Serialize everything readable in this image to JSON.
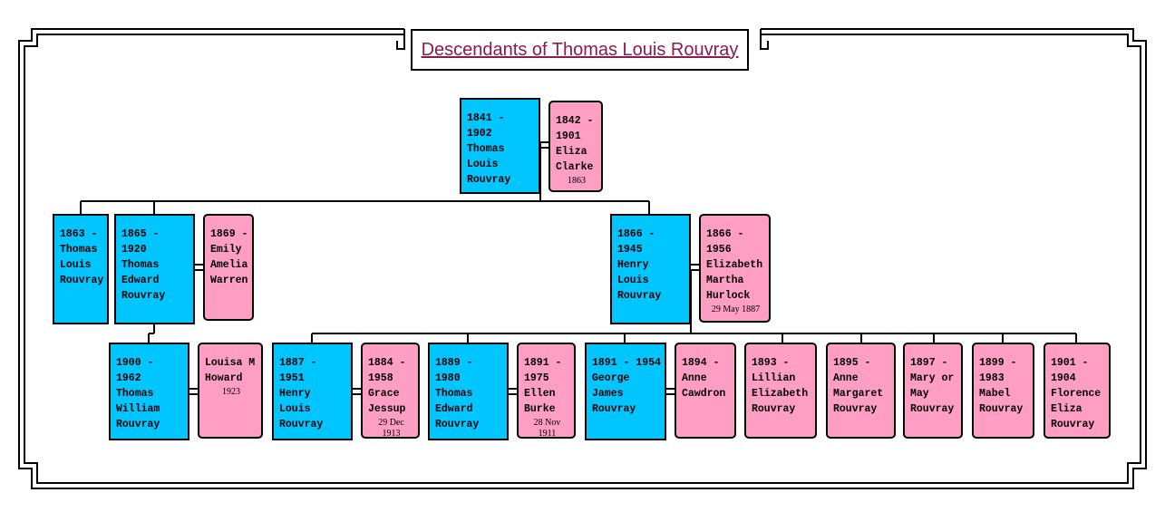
{
  "title": "Descendants of Thomas Louis Rouvray",
  "colors": {
    "male": "#00c5ff",
    "female": "#ff9ec3",
    "title": "#8b1a4f"
  },
  "people": [
    {
      "id": "p1",
      "sex": "m",
      "dates": "1841 - 1902",
      "name": "Thomas\nLouis\nRouvray"
    },
    {
      "id": "p2",
      "sex": "f",
      "dates": "1842 -\n1901",
      "name": "Eliza\nClarke",
      "marriage": "1863"
    },
    {
      "id": "p3",
      "sex": "m",
      "dates": "1863 -",
      "name": "Thomas\nLouis\nRouvray"
    },
    {
      "id": "p4",
      "sex": "m",
      "dates": "1865 - 1920",
      "name": "Thomas\nEdward\nRouvray"
    },
    {
      "id": "p5",
      "sex": "f",
      "dates": "1869 -",
      "name": "Emily\nAmelia\nWarren"
    },
    {
      "id": "p6",
      "sex": "m",
      "dates": "1866 - 1945",
      "name": "Henry Louis\nRouvray"
    },
    {
      "id": "p7",
      "sex": "f",
      "dates": "1866 -\n1956",
      "name": "Elizabeth\nMartha\nHurlock",
      "marriage": "29 May 1887"
    },
    {
      "id": "p8",
      "sex": "m",
      "dates": "1900 - 1962",
      "name": "Thomas\nWilliam\nRouvray"
    },
    {
      "id": "p9",
      "sex": "f",
      "dates": "",
      "name": "Louisa M\nHoward",
      "marriage": "1923"
    },
    {
      "id": "p10",
      "sex": "m",
      "dates": "1887 - 1951",
      "name": "Henry Louis\nRouvray"
    },
    {
      "id": "p11",
      "sex": "f",
      "dates": "1884 -\n1958",
      "name": "Grace\nJessup",
      "marriage": "29 Dec 1913"
    },
    {
      "id": "p12",
      "sex": "m",
      "dates": "1889 - 1980",
      "name": "Thomas\nEdward\nRouvray"
    },
    {
      "id": "p13",
      "sex": "f",
      "dates": "1891 -\n1975",
      "name": "Ellen\nBurke",
      "marriage": "28 Nov 1911"
    },
    {
      "id": "p14",
      "sex": "m",
      "dates": "1891 - 1954",
      "name": "George\nJames\nRouvray"
    },
    {
      "id": "p15",
      "sex": "f",
      "dates": "1894 -",
      "name": "Anne\nCawdron"
    },
    {
      "id": "p16",
      "sex": "f",
      "dates": "1893 -",
      "name": "Lillian\nElizabeth\nRouvray"
    },
    {
      "id": "p17",
      "sex": "f",
      "dates": "1895 -",
      "name": "Anne\nMargaret\nRouvray"
    },
    {
      "id": "p18",
      "sex": "f",
      "dates": "1897 -",
      "name": "Mary or\nMay\nRouvray"
    },
    {
      "id": "p19",
      "sex": "f",
      "dates": "1899 -\n1983",
      "name": "Mabel\nRouvray"
    },
    {
      "id": "p20",
      "sex": "f",
      "dates": "1901 -\n1904",
      "name": "Florence\nEliza\nRouvray"
    }
  ]
}
